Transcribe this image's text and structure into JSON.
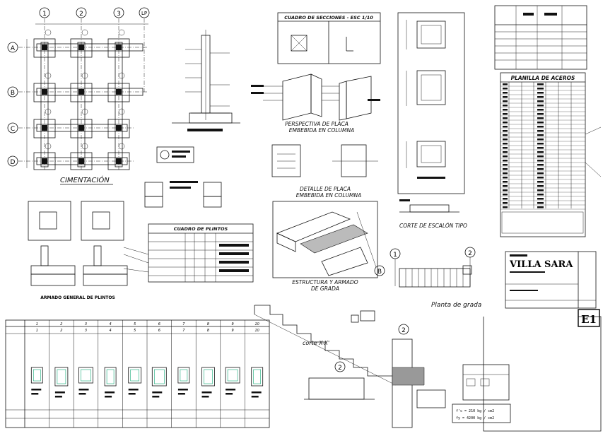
{
  "grid": {
    "columns": [
      "1",
      "2",
      "3",
      "LP"
    ],
    "rows": [
      "A",
      "B",
      "C",
      "D"
    ]
  },
  "labels": {
    "cimentacion": "CIMENTACIÓN",
    "cuadro_secciones": "CUADRO DE SECCIONES - ESC 1/10",
    "perspectiva_placa": [
      "PERSPECTIVA DE PLACA",
      "EMBEBIDA EN COLUMNA"
    ],
    "detalle_placa": [
      "DETALLE DE PLACA",
      "EMBEBIDA EN COLUMNA"
    ],
    "corte_escalon": "CORTE DE ESCALÓN TIPO",
    "estructura_grada": [
      "ESTRUCTURA Y ARMADO",
      "DE GRADA"
    ],
    "planta_grada": "Planta de grada",
    "cuadro_plintos": "CUADRO DE PLINTOS",
    "armado_plintos": "ARMADO GENERAL DE PLINTOS",
    "corte_xx": "corte X-X'",
    "planilla_aceros": "PLANILLA DE ACEROS",
    "villa": "VILLA SARA",
    "sheet_id": "E1",
    "bubble_2": "2",
    "bubble_1": "1",
    "bubble_b": "B"
  },
  "schedule_columns": [
    "1",
    "2",
    "3",
    "4",
    "5",
    "6",
    "7",
    "8",
    "9",
    "10"
  ],
  "logo": "",
  "notes": {
    "fc_line": "f'c = 210 kg / cm2",
    "fy_line": "fy = 4200 kg / cm2"
  }
}
